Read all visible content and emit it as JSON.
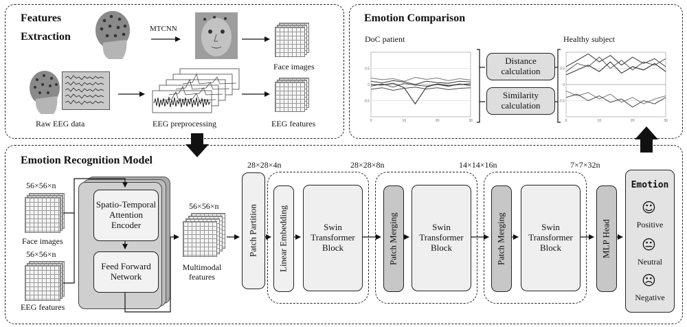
{
  "features": {
    "title_line1": "Features",
    "title_line2": "Extraction",
    "mtcnn": "MTCNN",
    "face_images": "Face images",
    "raw_eeg": "Raw EEG data",
    "eeg_preprocessing": "EEG preprocessing",
    "eeg_features": "EEG features"
  },
  "comparison": {
    "title": "Emotion Comparison",
    "doc_patient": "DoC patient",
    "healthy_subject": "Healthy subject",
    "distance": "Distance calculation",
    "similarity": "Similarity calculation"
  },
  "model": {
    "title": "Emotion Recognition Model",
    "input_dim_face": "56×56×n",
    "input_dim_eeg": "56×56×n",
    "face_images": "Face images",
    "eeg_features": "EEG features",
    "stae": "Spatio-Temporal Attention Encoder",
    "ffn": "Feed Forward Network",
    "multimodal_dim": "56×56×n",
    "multimodal": "Multimodal features",
    "patch_partition": "Patch Partition",
    "linear_embedding": "Linear Embedding",
    "swin1": "Swin Transformer Block",
    "patch_merging1": "Patch Merging",
    "swin2": "Swin Transformer Block",
    "patch_merging2": "Patch Merging",
    "swin3": "Swin Transformer Block",
    "mlp_head": "MLP Head",
    "dim1": "28×28×4n",
    "dim2": "28×28×8n",
    "dim3": "14×14×16n",
    "dim4": "7×7×32n"
  },
  "emotion": {
    "title": "Emotion",
    "positive": "Positive",
    "neutral": "Neutral",
    "negative": "Negative",
    "positive_icon": "smiling-face-icon",
    "neutral_icon": "neutral-face-icon",
    "negative_icon": "frowning-face-icon"
  },
  "chart_data": [
    {
      "type": "line",
      "panel": "doc-patient",
      "xticks": [
        "0",
        "10",
        "20",
        "30"
      ],
      "yticks": [
        "0.5",
        "0",
        "-0.5"
      ],
      "series": [
        {
          "values": [
            0.1,
            0.05,
            0.12,
            0.08,
            0.0,
            0.1,
            0.06,
            0.04,
            0.1,
            0.08
          ]
        },
        {
          "values": [
            -0.05,
            0.02,
            -0.08,
            0.04,
            -0.02,
            -0.05,
            0.0,
            -0.06,
            0.02,
            -0.04
          ]
        },
        {
          "values": [
            0.0,
            -0.02,
            0.04,
            -0.1,
            -0.6,
            -0.08,
            0.02,
            -0.04,
            0.0,
            0.02
          ]
        },
        {
          "values": [
            0.2,
            0.15,
            0.18,
            0.1,
            0.22,
            0.16,
            0.2,
            0.12,
            0.18,
            0.14
          ]
        },
        {
          "values": [
            -0.15,
            -0.1,
            -0.18,
            -0.12,
            -0.08,
            -0.14,
            -0.1,
            -0.16,
            -0.12,
            -0.1
          ]
        }
      ]
    },
    {
      "type": "line",
      "panel": "healthy-subject",
      "xticks": [
        "0",
        "10",
        "20",
        "30"
      ],
      "yticks": [
        "0.5",
        "0",
        "-0.5"
      ],
      "series": [
        {
          "values": [
            0.55,
            0.75,
            0.95,
            0.7,
            0.9,
            0.6,
            0.85,
            0.65,
            0.8,
            0.55
          ]
        },
        {
          "values": [
            0.4,
            0.65,
            0.55,
            0.85,
            0.5,
            0.75,
            0.45,
            0.7,
            0.6,
            0.8
          ]
        },
        {
          "values": [
            0.3,
            0.45,
            0.6,
            0.4,
            0.7,
            0.35,
            0.55,
            0.45,
            0.65,
            0.4
          ]
        },
        {
          "values": [
            -0.2,
            -0.35,
            -0.25,
            -0.45,
            -0.3,
            -0.55,
            -0.4,
            -0.6,
            -0.45,
            -0.35
          ]
        },
        {
          "values": [
            -0.4,
            -0.3,
            -0.5,
            -0.35,
            -0.55,
            -0.45,
            -0.7,
            -0.5,
            -0.6,
            -0.4
          ]
        }
      ]
    }
  ]
}
